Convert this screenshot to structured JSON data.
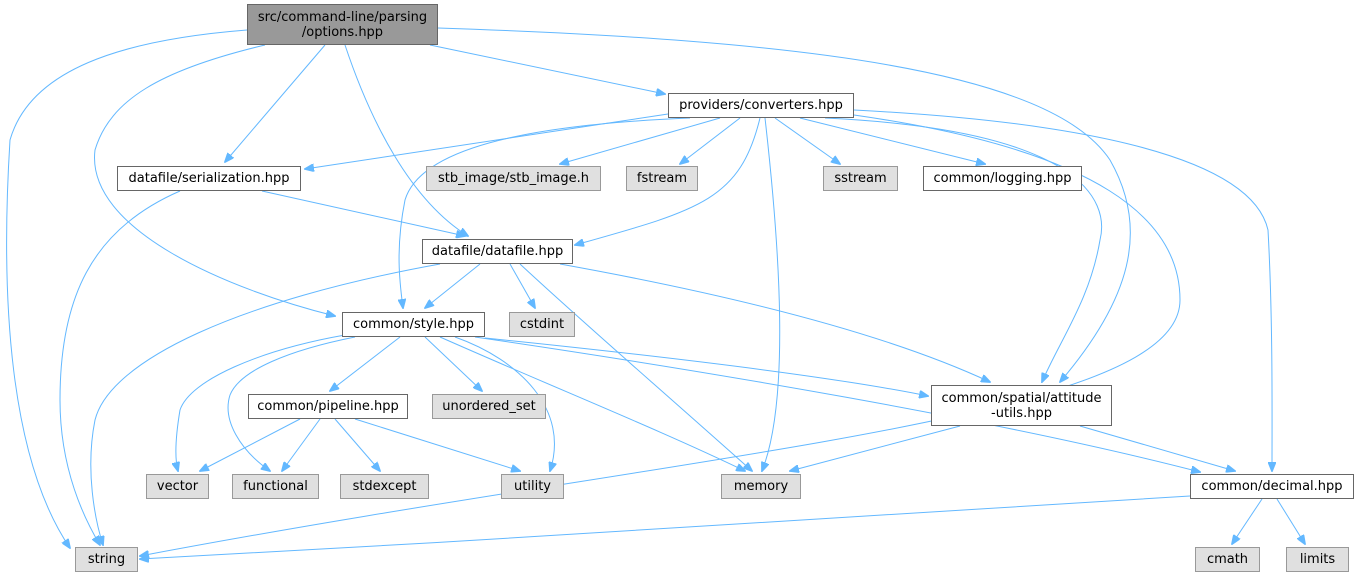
{
  "colors": {
    "edge": "#63b8ff",
    "root_fill": "#999999",
    "node_fill": "#ffffff",
    "node_border": "#666666",
    "system_fill": "#e0e0e0",
    "system_border": "#999999"
  },
  "nodes": [
    {
      "id": "options",
      "label": "src/command-line/parsing\n/options.hpp",
      "kind": "root"
    },
    {
      "id": "converters",
      "label": "providers/converters.hpp",
      "kind": "file"
    },
    {
      "id": "serialization",
      "label": "datafile/serialization.hpp",
      "kind": "file"
    },
    {
      "id": "stb",
      "label": "stb_image/stb_image.h",
      "kind": "system"
    },
    {
      "id": "fstream",
      "label": "fstream",
      "kind": "system"
    },
    {
      "id": "sstream",
      "label": "sstream",
      "kind": "system"
    },
    {
      "id": "logging",
      "label": "common/logging.hpp",
      "kind": "file"
    },
    {
      "id": "datafile",
      "label": "datafile/datafile.hpp",
      "kind": "file"
    },
    {
      "id": "cstdint",
      "label": "cstdint",
      "kind": "system"
    },
    {
      "id": "style",
      "label": "common/style.hpp",
      "kind": "file"
    },
    {
      "id": "pipeline",
      "label": "common/pipeline.hpp",
      "kind": "file"
    },
    {
      "id": "unordered_set",
      "label": "unordered_set",
      "kind": "system"
    },
    {
      "id": "attitude",
      "label": "common/spatial/attitude\n-utils.hpp",
      "kind": "file"
    },
    {
      "id": "vector",
      "label": "vector",
      "kind": "system"
    },
    {
      "id": "functional",
      "label": "functional",
      "kind": "system"
    },
    {
      "id": "stdexcept",
      "label": "stdexcept",
      "kind": "system"
    },
    {
      "id": "utility",
      "label": "utility",
      "kind": "system"
    },
    {
      "id": "memory",
      "label": "memory",
      "kind": "system"
    },
    {
      "id": "decimal",
      "label": "common/decimal.hpp",
      "kind": "file"
    },
    {
      "id": "string",
      "label": "string",
      "kind": "system"
    },
    {
      "id": "cmath",
      "label": "cmath",
      "kind": "system"
    },
    {
      "id": "limits",
      "label": "limits",
      "kind": "system"
    }
  ],
  "edges": [
    [
      "options",
      "converters"
    ],
    [
      "options",
      "serialization"
    ],
    [
      "options",
      "datafile"
    ],
    [
      "options",
      "style"
    ],
    [
      "options",
      "attitude"
    ],
    [
      "options",
      "string"
    ],
    [
      "converters",
      "serialization"
    ],
    [
      "converters",
      "stb"
    ],
    [
      "converters",
      "fstream"
    ],
    [
      "converters",
      "sstream"
    ],
    [
      "converters",
      "logging"
    ],
    [
      "converters",
      "datafile"
    ],
    [
      "converters",
      "style"
    ],
    [
      "converters",
      "attitude"
    ],
    [
      "converters",
      "memory"
    ],
    [
      "converters",
      "decimal"
    ],
    [
      "converters",
      "string"
    ],
    [
      "serialization",
      "datafile"
    ],
    [
      "serialization",
      "string"
    ],
    [
      "datafile",
      "style"
    ],
    [
      "datafile",
      "cstdint"
    ],
    [
      "datafile",
      "attitude"
    ],
    [
      "datafile",
      "memory"
    ],
    [
      "datafile",
      "string"
    ],
    [
      "style",
      "pipeline"
    ],
    [
      "style",
      "unordered_set"
    ],
    [
      "style",
      "attitude"
    ],
    [
      "style",
      "vector"
    ],
    [
      "style",
      "functional"
    ],
    [
      "style",
      "utility"
    ],
    [
      "style",
      "memory"
    ],
    [
      "style",
      "decimal"
    ],
    [
      "pipeline",
      "vector"
    ],
    [
      "pipeline",
      "functional"
    ],
    [
      "pipeline",
      "stdexcept"
    ],
    [
      "pipeline",
      "utility"
    ],
    [
      "attitude",
      "memory"
    ],
    [
      "attitude",
      "decimal"
    ],
    [
      "decimal",
      "string"
    ],
    [
      "decimal",
      "cmath"
    ],
    [
      "decimal",
      "limits"
    ]
  ]
}
